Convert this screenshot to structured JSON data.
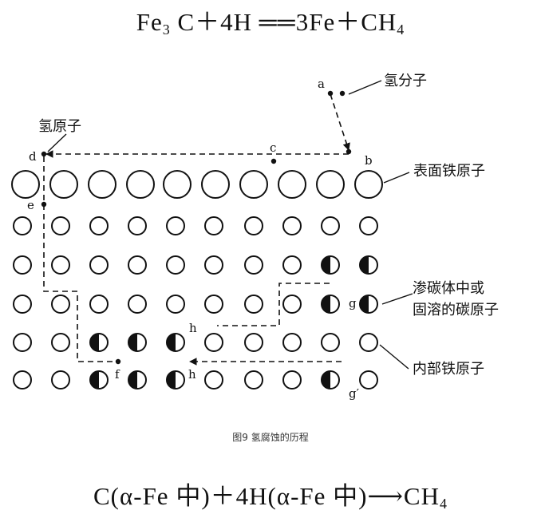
{
  "equations": {
    "top": {
      "pre": "Fe",
      "sub1": "3",
      "mid1": " C＋4H ══3Fe＋CH",
      "sub2": "4"
    },
    "bottom": {
      "pre": "C(α-Fe 中)＋4H(α-Fe 中)⟶CH",
      "sub": "4"
    }
  },
  "caption": "图9 氢腐蚀的历程",
  "labels": {
    "hydrogen_molecule": "氢分子",
    "hydrogen_atom": "氢原子",
    "surface_iron_atom": "表面铁原子",
    "carbon_atom": "渗碳体中或\n固溶的碳原子",
    "interior_iron_atom": "内部铁原子"
  },
  "point_letters": {
    "a": "a",
    "b": "b",
    "c": "c",
    "d": "d",
    "e": "e",
    "f": "f",
    "g": "g",
    "g_prime": "g′",
    "h1": "h",
    "h2": "h"
  }
}
